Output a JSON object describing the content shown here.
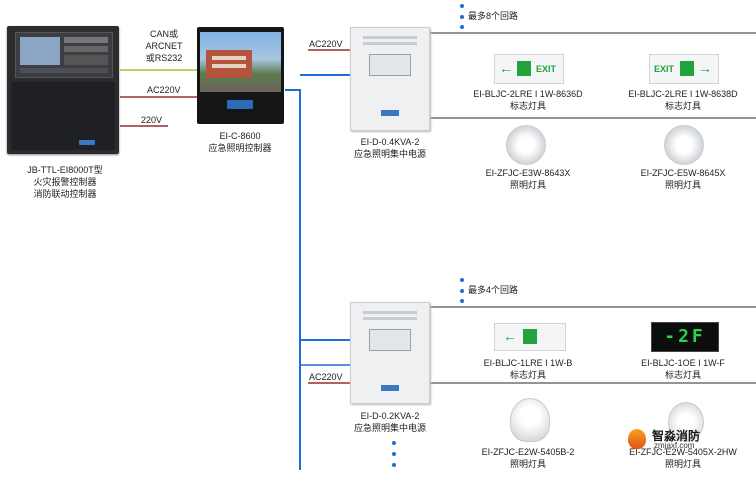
{
  "fire_panel": {
    "model": "JB-TTL-EI8000T型",
    "line1": "火灾报警控制器",
    "line2": "消防联动控制器"
  },
  "links": {
    "can": "CAN或",
    "arcnet": "ARCNET",
    "rs232": "或RS232",
    "ac220v_1": "AC220V",
    "v220": "220V",
    "ac220v_top_psu": "AC220V",
    "ac220v_bottom_psu": "AC220V"
  },
  "controller": {
    "model": "EI-C-8600",
    "name": "应急照明控制器"
  },
  "psu_top": {
    "model": "EI-D-0.4KVA-2",
    "name": "应急照明集中电源",
    "circuits_note": "最多8个回路"
  },
  "psu_bottom": {
    "model": "EI-D-0.2KVA-2",
    "name": "应急照明集中电源",
    "circuits_note": "最多4个回路"
  },
  "devices": [
    {
      "model": "EI-BLJC-2LRE I 1W-8636D",
      "type": "标志灯具",
      "sign_text": "EXIT"
    },
    {
      "model": "EI-BLJC-2LRE I 1W-8638D",
      "type": "标志灯具",
      "sign_text": "EXIT"
    },
    {
      "model": "EI-ZFJC-E3W-8643X",
      "type": "照明灯具"
    },
    {
      "model": "EI-ZFJC-E5W-8645X",
      "type": "照明灯具"
    },
    {
      "model": "EI-BLJC-1LRE I 1W-B",
      "type": "标志灯具"
    },
    {
      "model": "EI-BLJC-1OE I 1W-F",
      "type": "标志灯具",
      "sign_text": "-2F"
    },
    {
      "model": "EI-ZFJC-E2W-5405B-2",
      "type": "照明灯具"
    },
    {
      "model": "EI-ZFJC-E2W-5405X-2HW",
      "type": "照明灯具"
    }
  ],
  "watermark": {
    "brand": "智淼消防",
    "url": "zmjaxf.com"
  }
}
